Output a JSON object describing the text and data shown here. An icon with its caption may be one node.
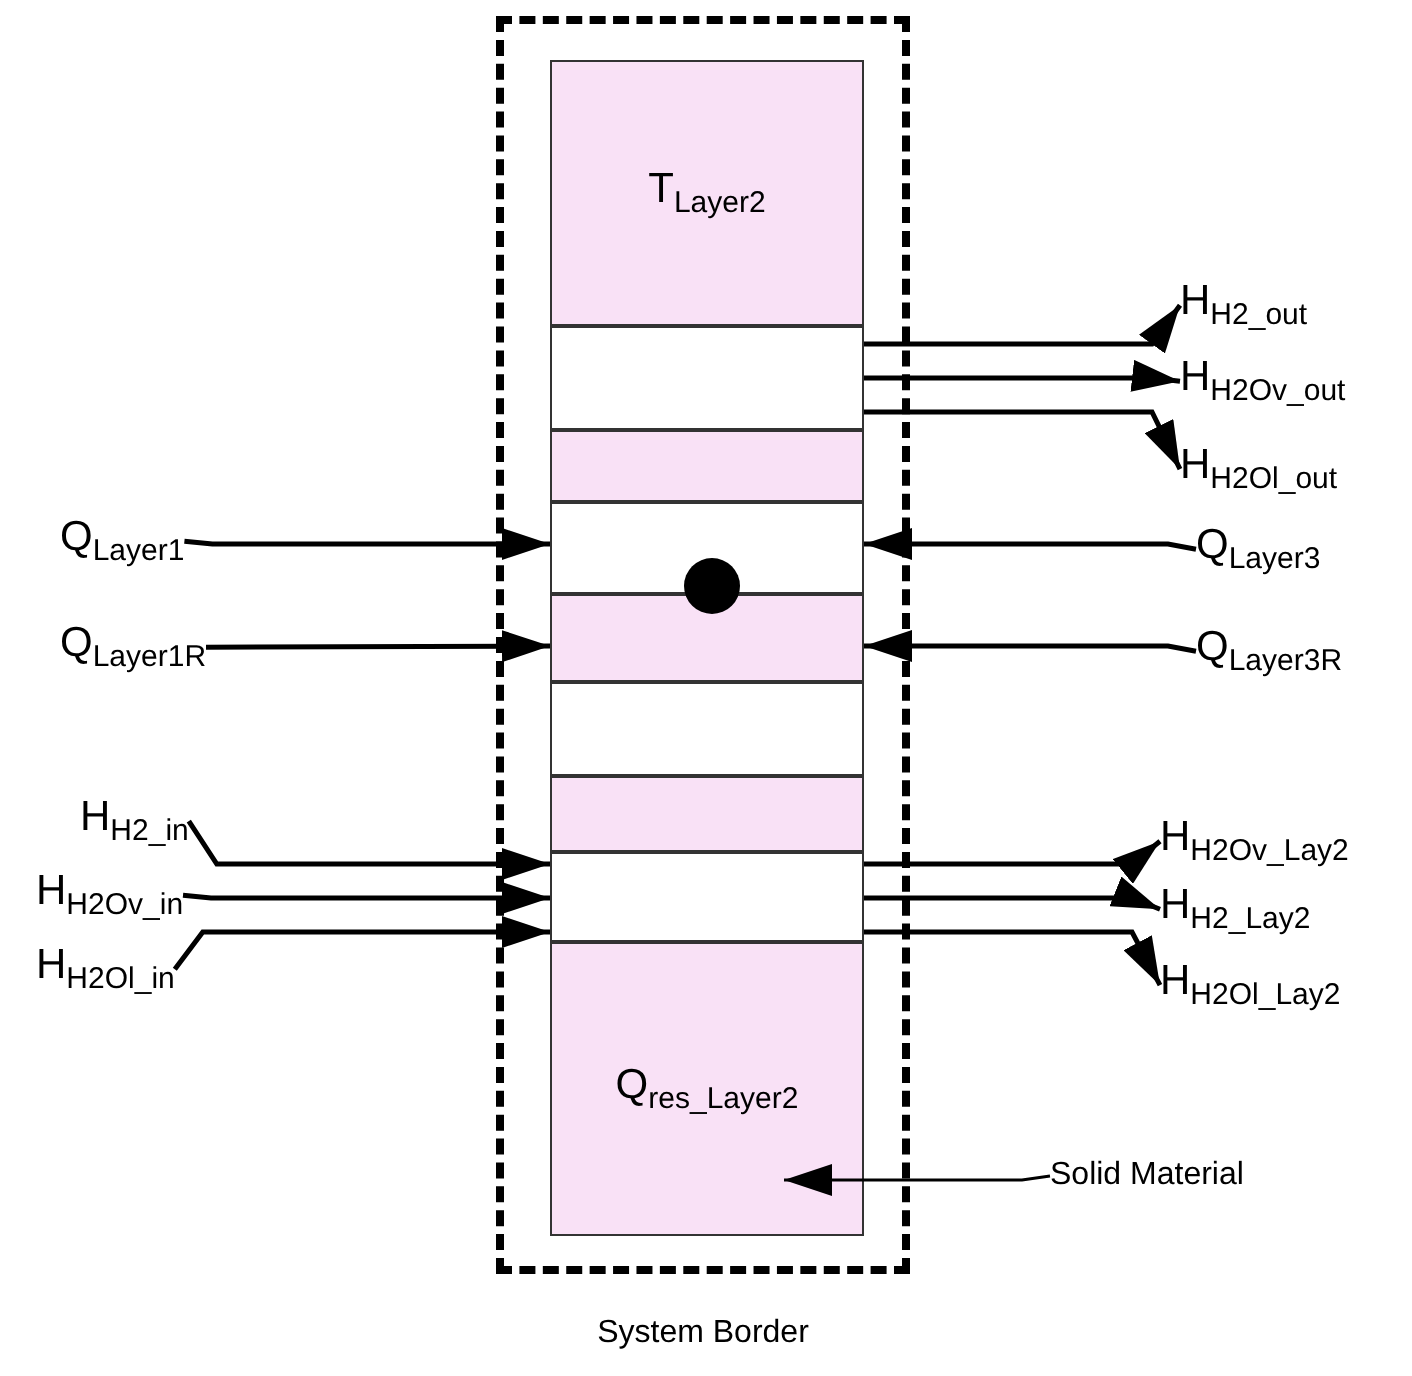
{
  "diagram": {
    "nodes": [
      {
        "text": [
          "System Border"
        ]
      },
      {
        "text": [
          "T$_{Layer2}$"
        ],
        "in": 0
      },
      {
        "text": [],
        "shape": "box",
        "in": 0
      },
      {
        "text": [],
        "shape": "box",
        "in": 0
      },
      {
        "text": [],
        "shape": "box",
        "in": 0
      },
      {
        "text": [],
        "shape": "box",
        "in": 0
      },
      {
        "text": [],
        "shape": "box",
        "in": 0
      },
      {
        "text": [],
        "shape": "box",
        "in": 0
      },
      {
        "text": [],
        "shape": "box",
        "in": 0
      },
      {
        "text": [
          "Q$_{res_Layer2}$"
        ],
        "in": 0
      },
      {
        "text": [],
        "shape": "circle",
        "in": 0
      },
      {
        "text": [
          "H$_{H2_out}$"
        ]
      },
      {
        "text": [
          "H$_{H2Ov_out}$"
        ]
      },
      {
        "text": [
          "H$_{H2Ol_out}$"
        ]
      },
      {
        "text": [
          "Q$_{Layer1}$"
        ]
      },
      {
        "text": [
          "Q$_{Layer3}$"
        ]
      },
      {
        "text": [
          "Q$_{Layer1R}$"
        ]
      },
      {
        "text": [
          "Q$_{Layer3R}$"
        ]
      },
      {
        "text": [
          "H$_{H2_in}$"
        ]
      },
      {
        "text": [
          "H$_{H2Ov_in}$"
        ]
      },
      {
        "text": [
          "H$_{H2Ol_in}$"
        ]
      },
      {
        "text": [
          "H$_{H2Ov_Lay2}$"
        ]
      },
      {
        "text": [
          "H$_{H2_Lay2}$"
        ]
      },
      {
        "text": [
          "H$_{H2Ol_Lay2}$"
        ]
      },
      {
        "text": [
          "Solid Material"
        ]
      }
    ],
    "edges": [
      {
        "from": 2,
        "to": 11,
        "arrow": "to"
      },
      {
        "from": 2,
        "to": 12,
        "arrow": "to"
      },
      {
        "from": 2,
        "to": 13,
        "arrow": "to"
      },
      {
        "from": 14,
        "to": 4,
        "arrow": "to"
      },
      {
        "from": 15,
        "to": 4,
        "arrow": "to"
      },
      {
        "from": 16,
        "to": 5,
        "arrow": "to"
      },
      {
        "from": 17,
        "to": 5,
        "arrow": "to"
      },
      {
        "from": 18,
        "to": 8,
        "arrow": "to"
      },
      {
        "from": 19,
        "to": 8,
        "arrow": "to"
      },
      {
        "from": 20,
        "to": 8,
        "arrow": "to"
      },
      {
        "from": 8,
        "to": 21,
        "arrow": "to"
      },
      {
        "from": 8,
        "to": 22,
        "arrow": "to"
      },
      {
        "from": 8,
        "to": 23,
        "arrow": "to"
      },
      {
        "from": 24,
        "to": 9,
        "arrow": "to"
      }
    ]
  }
}
